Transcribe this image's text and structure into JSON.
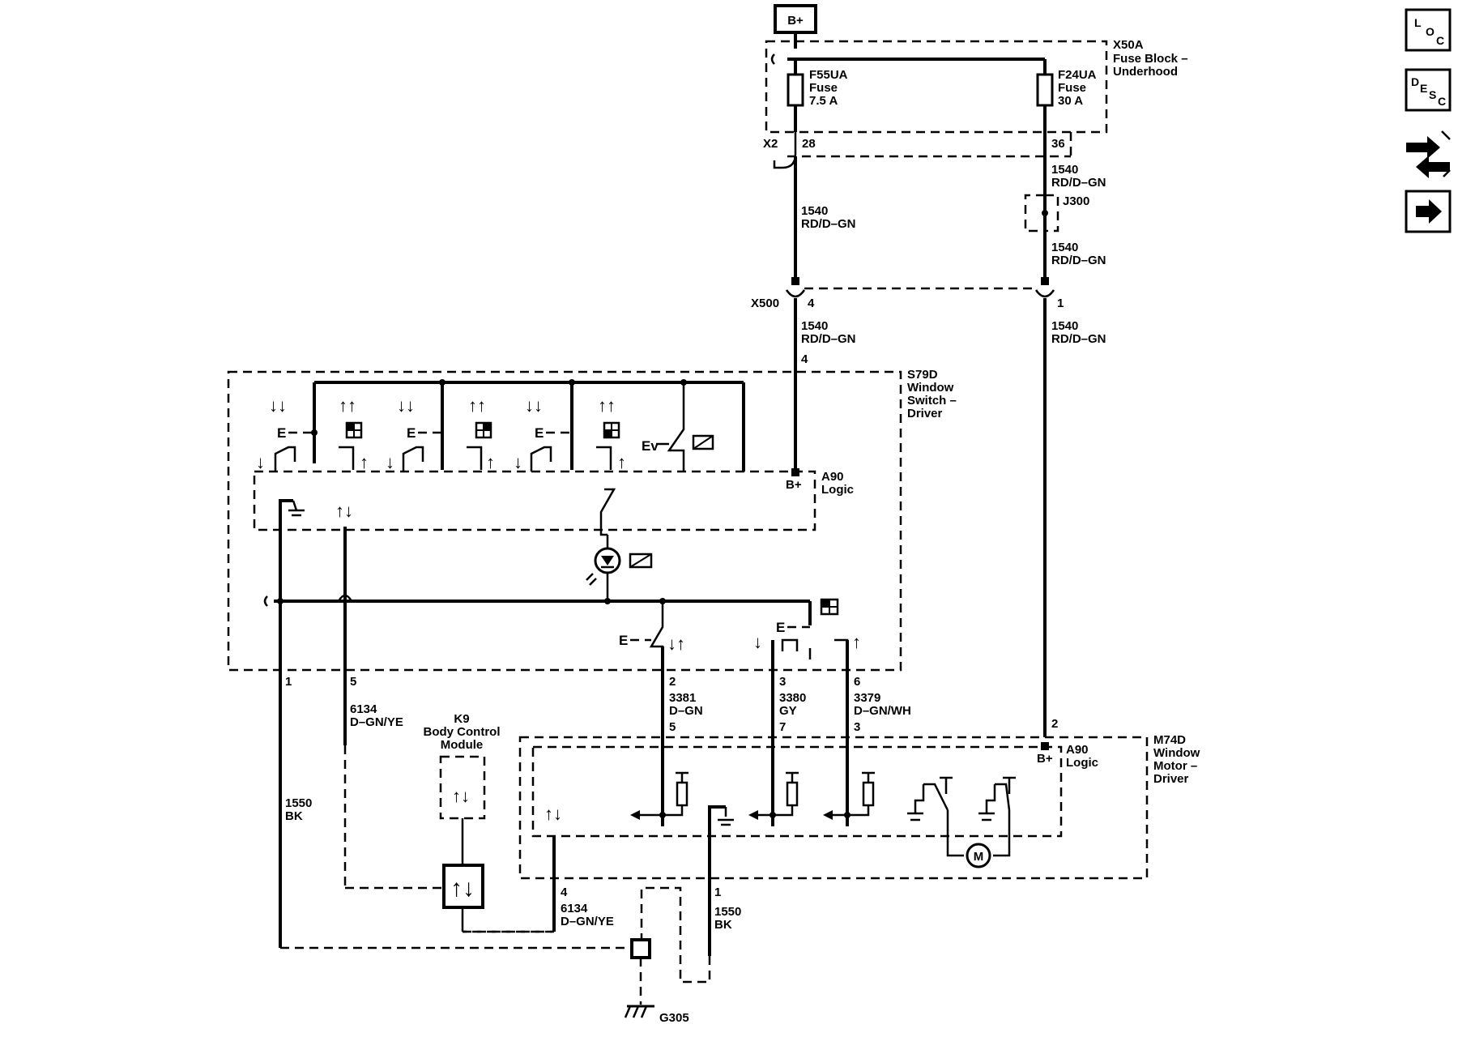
{
  "supply": {
    "label": "B+"
  },
  "fuse_block": {
    "name": "X50A",
    "title_line1": "Fuse Block –",
    "title_line2": "Underhood",
    "fuse_left": {
      "name": "F55UA",
      "type": "Fuse",
      "rating": "7.5 A"
    },
    "fuse_right": {
      "name": "F24UA",
      "type": "Fuse",
      "rating": "30 A"
    },
    "connector": "X2",
    "pin_left": "28",
    "pin_right": "36"
  },
  "splice": {
    "name": "J300"
  },
  "inline_connector": {
    "name": "X500",
    "pin_left": "4",
    "pin_right": "1"
  },
  "wire_1540": {
    "circuit": "1540",
    "color": "RD/D–GN"
  },
  "switch": {
    "name": "S79D",
    "title_line1": "Window",
    "title_line2": "Switch –",
    "title_line3": "Driver",
    "b_plus_pin": "4",
    "logic_name": "A90",
    "logic_label": "Logic",
    "b_plus": "B+",
    "pins": {
      "ground": "1",
      "data": "5",
      "a": "2",
      "b": "3",
      "c": "6"
    }
  },
  "wires_mid": {
    "w6134": {
      "circuit": "6134",
      "color": "D–GN/YE"
    },
    "w3381": {
      "circuit": "3381",
      "color": "D–GN"
    },
    "w3380": {
      "circuit": "3380",
      "color": "GY"
    },
    "w3379": {
      "circuit": "3379",
      "color": "D–GN/WH"
    },
    "w1550": {
      "circuit": "1550",
      "color": "BK"
    }
  },
  "bcm": {
    "name": "K9",
    "title_line1": "Body Control",
    "title_line2": "Module"
  },
  "motor": {
    "name": "M74D",
    "title_line1": "Window",
    "title_line2": "Motor –",
    "title_line3": "Driver",
    "logic_name": "A90",
    "logic_label": "Logic",
    "b_plus": "B+",
    "pins": {
      "b_plus": "2",
      "a": "5",
      "b": "7",
      "c": "3",
      "data": "4",
      "ground": "1"
    },
    "motor_symbol": "M"
  },
  "ground": {
    "name": "G305"
  },
  "nav": {
    "loc": [
      "L",
      "O",
      "C"
    ],
    "desc": [
      "D",
      "E",
      "S",
      "C"
    ],
    "connector_icon": "connector-end-view-icon",
    "next_icon": "arrow-right-icon"
  }
}
